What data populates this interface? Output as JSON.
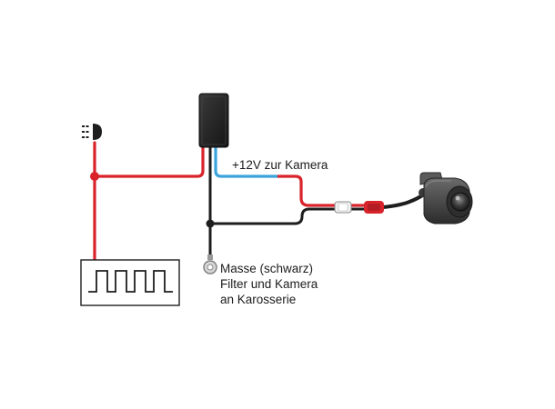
{
  "labels": {
    "power_label": "+12V zur Kamera",
    "ground_lines": [
      "Masse (schwarz)",
      "Filter und Kamera",
      "an Karosserie"
    ]
  },
  "colors": {
    "wire_red": "#d9232b",
    "wire_black": "#1e1e1e",
    "wire_blue": "#3aa3dc",
    "filter_box": "#2a2a2a",
    "camera_body": "#4a4a4a"
  },
  "icons": {
    "headlight": "headlight-icon",
    "filter": "filter-box",
    "signal": "pulse-waveform",
    "ground": "ring-terminal",
    "camera": "reverse-camera"
  }
}
